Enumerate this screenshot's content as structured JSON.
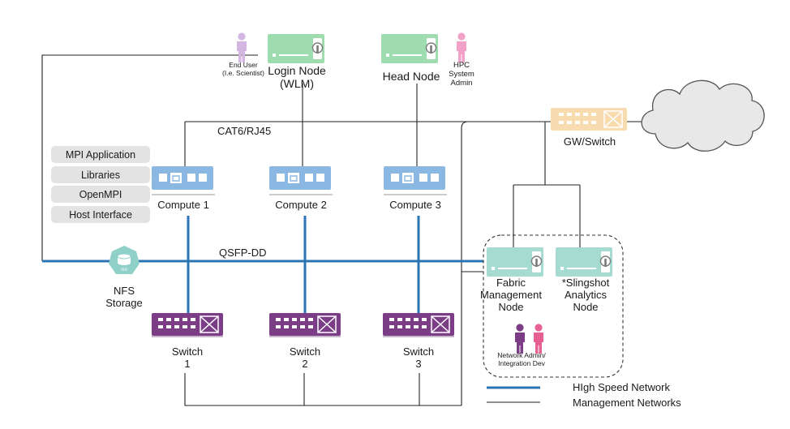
{
  "labels": {
    "end_user": "End User\n(I.e. Scientist)",
    "login_node": "Login Node\n(WLM)",
    "head_node": "Head Node",
    "hpc_admin": "HPC\nSystem\nAdmin",
    "cat6": "CAT6/RJ45",
    "gw_switch": "GW/Switch",
    "qsfp": "QSFP-DD",
    "nfs": "NFS\nStorage",
    "fabric_mgmt": "Fabric\nManagement\nNode",
    "slingshot": "*Slingshot\nAnalytics\nNode",
    "net_admin": "Network Admin/\nIntegration Dev",
    "vol_icon": "vol"
  },
  "software_stack": [
    "MPI Application",
    "Libraries",
    "OpenMPI",
    "Host Interface"
  ],
  "computes": [
    "Compute 1",
    "Compute 2",
    "Compute 3"
  ],
  "switches": [
    "Switch\n1",
    "Switch\n2",
    "Switch\n3"
  ],
  "legend": {
    "high_speed": "HIgh Speed Network",
    "management": "Management Networks"
  },
  "colors": {
    "node_green": "#9fdcb0",
    "server_teal": "#a6dbd2",
    "compute_blue": "#8bb8e3",
    "switch_purple": "#7a3d86",
    "gw_orange": "#f8dcb0",
    "high_speed_line": "#2b74b4",
    "mgmt_line": "#222222",
    "user_lilac": "#d4b6e2",
    "admin_pink": "#f2a2c8",
    "netadmin_purple": "#7a3d86",
    "netadmin_pink": "#e66192"
  }
}
